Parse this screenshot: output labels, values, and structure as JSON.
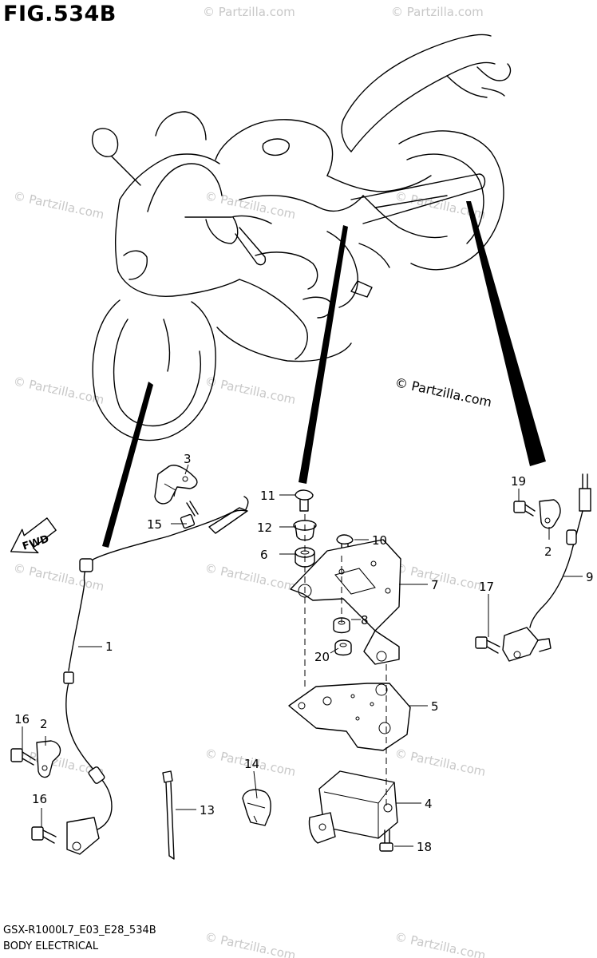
{
  "figure": {
    "title": "FIG.534B"
  },
  "footer": {
    "model_code": "GSX-R1000L7_E03_E28_534B",
    "section": "BODY ELECTRICAL"
  },
  "watermark": {
    "text": "© Partzilla.com",
    "main_text": "© Partzilla.com"
  },
  "fwd_label": "FWD",
  "parts": [
    {
      "id": "part-1",
      "label": "1"
    },
    {
      "id": "part-2a",
      "label": "2"
    },
    {
      "id": "part-2b",
      "label": "2"
    },
    {
      "id": "part-3",
      "label": "3"
    },
    {
      "id": "part-4",
      "label": "4"
    },
    {
      "id": "part-5",
      "label": "5"
    },
    {
      "id": "part-6",
      "label": "6"
    },
    {
      "id": "part-7",
      "label": "7"
    },
    {
      "id": "part-8",
      "label": "8"
    },
    {
      "id": "part-9",
      "label": "9"
    },
    {
      "id": "part-10",
      "label": "10"
    },
    {
      "id": "part-11",
      "label": "11"
    },
    {
      "id": "part-12",
      "label": "12"
    },
    {
      "id": "part-13",
      "label": "13"
    },
    {
      "id": "part-14",
      "label": "14"
    },
    {
      "id": "part-15",
      "label": "15"
    },
    {
      "id": "part-16a",
      "label": "16"
    },
    {
      "id": "part-16b",
      "label": "16"
    },
    {
      "id": "part-17",
      "label": "17"
    },
    {
      "id": "part-18",
      "label": "18"
    },
    {
      "id": "part-19",
      "label": "19"
    },
    {
      "id": "part-20",
      "label": "20"
    }
  ]
}
